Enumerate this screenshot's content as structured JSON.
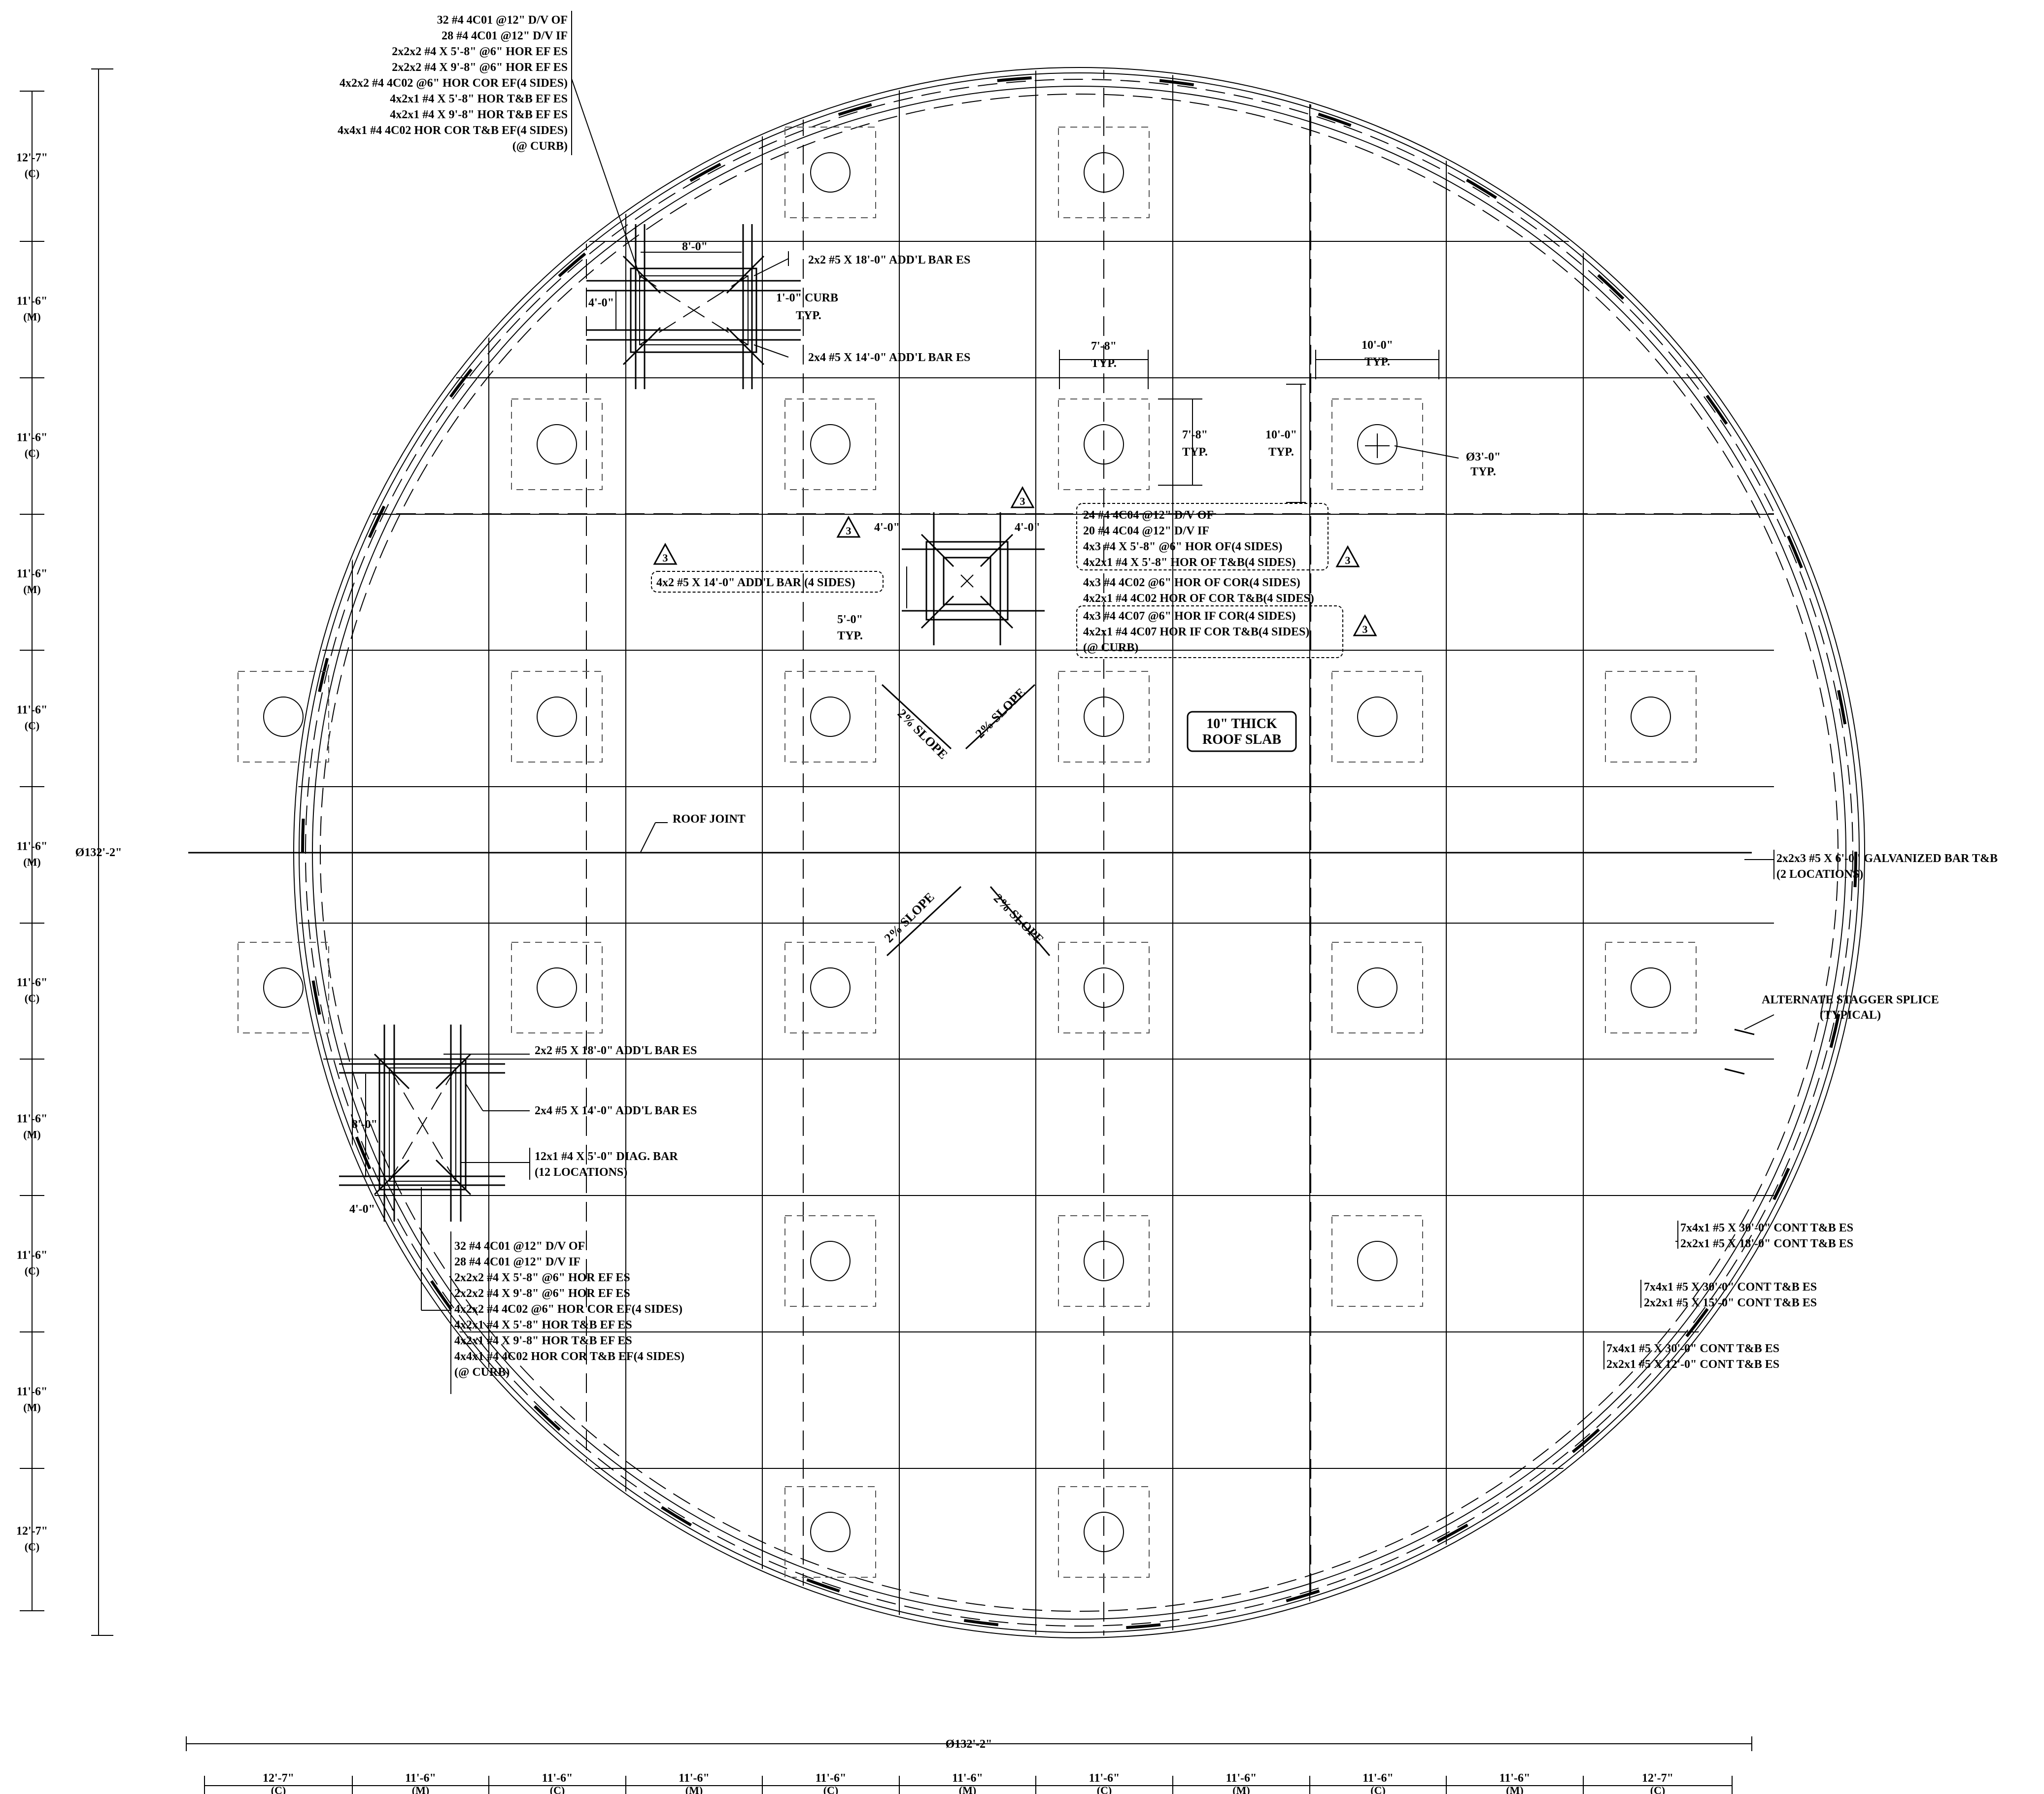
{
  "plan": {
    "diameter_label": "Ø132'-2\"",
    "roof_joint_label": "ROOF JOINT",
    "slab_label": [
      "10\" THICK",
      "ROOF SLAB"
    ],
    "slope_label": "2% SLOPE",
    "revision_mark": "3"
  },
  "dimensions": {
    "vertical": [
      {
        "dim": "12'-7\"",
        "type": "(C)"
      },
      {
        "dim": "11'-6\"",
        "type": "(M)"
      },
      {
        "dim": "11'-6\"",
        "type": "(C)"
      },
      {
        "dim": "11'-6\"",
        "type": "(M)"
      },
      {
        "dim": "11'-6\"",
        "type": "(C)"
      },
      {
        "dim": "11'-6\"",
        "type": "(M)"
      },
      {
        "dim": "11'-6\"",
        "type": "(C)"
      },
      {
        "dim": "11'-6\"",
        "type": "(M)"
      },
      {
        "dim": "11'-6\"",
        "type": "(C)"
      },
      {
        "dim": "11'-6\"",
        "type": "(M)"
      },
      {
        "dim": "12'-7\"",
        "type": "(C)"
      }
    ],
    "horizontal": [
      {
        "dim": "12'-7\"",
        "type": "(C)"
      },
      {
        "dim": "11'-6\"",
        "type": "(M)"
      },
      {
        "dim": "11'-6\"",
        "type": "(C)"
      },
      {
        "dim": "11'-6\"",
        "type": "(M)"
      },
      {
        "dim": "11'-6\"",
        "type": "(C)"
      },
      {
        "dim": "11'-6\"",
        "type": "(M)"
      },
      {
        "dim": "11'-6\"",
        "type": "(C)"
      },
      {
        "dim": "11'-6\"",
        "type": "(M)"
      },
      {
        "dim": "11'-6\"",
        "type": "(C)"
      },
      {
        "dim": "11'-6\"",
        "type": "(M)"
      },
      {
        "dim": "12'-7\"",
        "type": "(C)"
      }
    ],
    "typicals": {
      "a": [
        "7'-8\"",
        "TYP."
      ],
      "b": [
        "7'-8\"",
        "TYP."
      ],
      "c": [
        "10'-0\"",
        "TYP."
      ],
      "d": [
        "10'-0\"",
        "TYP."
      ],
      "col_dia": [
        "Ø3'-0\"",
        "TYP."
      ],
      "curb": [
        "1'-0\" CURB",
        "TYP."
      ],
      "opening_w": "8'-0\"",
      "opening_h": "4'-0\"",
      "lower_w": "4'-0\"",
      "lower_h": "8'-0\"",
      "small_a": "4'-0\"",
      "small_b": "4'-0\"",
      "small_c": [
        "5'-0\"",
        "TYP."
      ]
    }
  },
  "notes": {
    "top_opening_rebar": [
      "32 #4 4C01 @12\" D/V OF",
      "28 #4 4C01 @12\" D/V IF",
      "2x2x2 #4 X 5'-8\" @6\" HOR EF ES",
      "2x2x2 #4 X 9'-8\" @6\" HOR EF ES",
      "4x2x2 #4 4C02 @6\" HOR COR EF(4 SIDES)",
      "4x2x1 #4 X 5'-8\"  HOR T&B EF ES",
      "4x2x1 #4 X 9'-8\"  HOR T&B EF ES",
      "4x4x1 #4 4C02  HOR COR T&B EF(4 SIDES)",
      "(@ CURB)"
    ],
    "top_addl_1": "2x2 #5 X 18'-0\"  ADD'L BAR ES",
    "top_addl_2": "2x4 #5 X 14'-0\"  ADD'L BAR ES",
    "center_addl": "4x2 #5 X 14'-0\"  ADD'L BAR (4 SIDES)",
    "center_box_1": [
      "24 #4 4C04 @12\" D/V OF",
      "20 #4 4C04 @12\" D/V IF",
      "4x3 #4 X 5'-8\" @6\" HOR OF(4 SIDES)",
      "4x2x1 #4 X 5'-8\"  HOR OF T&B(4 SIDES)"
    ],
    "center_box_2": [
      "4x3 #4 4C02 @6\" HOR OF COR(4 SIDES)",
      "4x2x1 #4 4C02  HOR OF COR T&B(4 SIDES)"
    ],
    "center_box_3": [
      "4x3 #4 4C07 @6\" HOR IF COR(4 SIDES)",
      "4x2x1 #4 4C07  HOR IF COR T&B(4 SIDES)",
      "(@ CURB)"
    ],
    "galvanized": [
      "2x2x3 #5 X 6'-0\"  GALVANIZED BAR T&B",
      "(2 LOCATIONS)"
    ],
    "stagger": [
      "ALTERNATE STAGGER SPLICE",
      "(TYPICAL)"
    ],
    "lower_addl_1": "2x2 #5 X 18'-0\"  ADD'L BAR ES",
    "lower_addl_2": "2x4 #5 X 14'-0\"  ADD'L BAR ES",
    "diag_bar": [
      "12x1 #4 X 5'-0\"  DIAG. BAR",
      "(12 LOCATIONS)"
    ],
    "lower_opening_rebar": [
      "32 #4 4C01 @12\" D/V OF",
      "28 #4 4C01 @12\" D/V IF",
      "2x2x2 #4 X 5'-8\" @6\" HOR EF ES",
      "2x2x2 #4 X 9'-8\" @6\" HOR EF ES",
      "4x2x2 #4 4C02 @6\" HOR COR EF(4 SIDES)",
      "4x2x1 #4 X 5'-8\"  HOR T&B EF ES",
      "4x2x1 #4 X 9'-8\"  HOR T&B EF ES",
      "4x4x1 #4 4C02  HOR COR T&B EF(4 SIDES)",
      "(@ CURB)"
    ],
    "cont_1": [
      "7x4x1 #5 X 30'-0\"  CONT T&B ES",
      "2x2x1 #5 X 18'-0\"  CONT T&B ES"
    ],
    "cont_2": [
      "7x4x1 #5 X 30'-0\"  CONT T&B ES",
      "2x2x1 #5 X 15'-0\"  CONT T&B ES"
    ],
    "cont_3": [
      "7x4x1 #5 X 30'-0\"  CONT T&B ES",
      "2x2x1 #5 X 12'-0\"  CONT T&B ES"
    ]
  }
}
